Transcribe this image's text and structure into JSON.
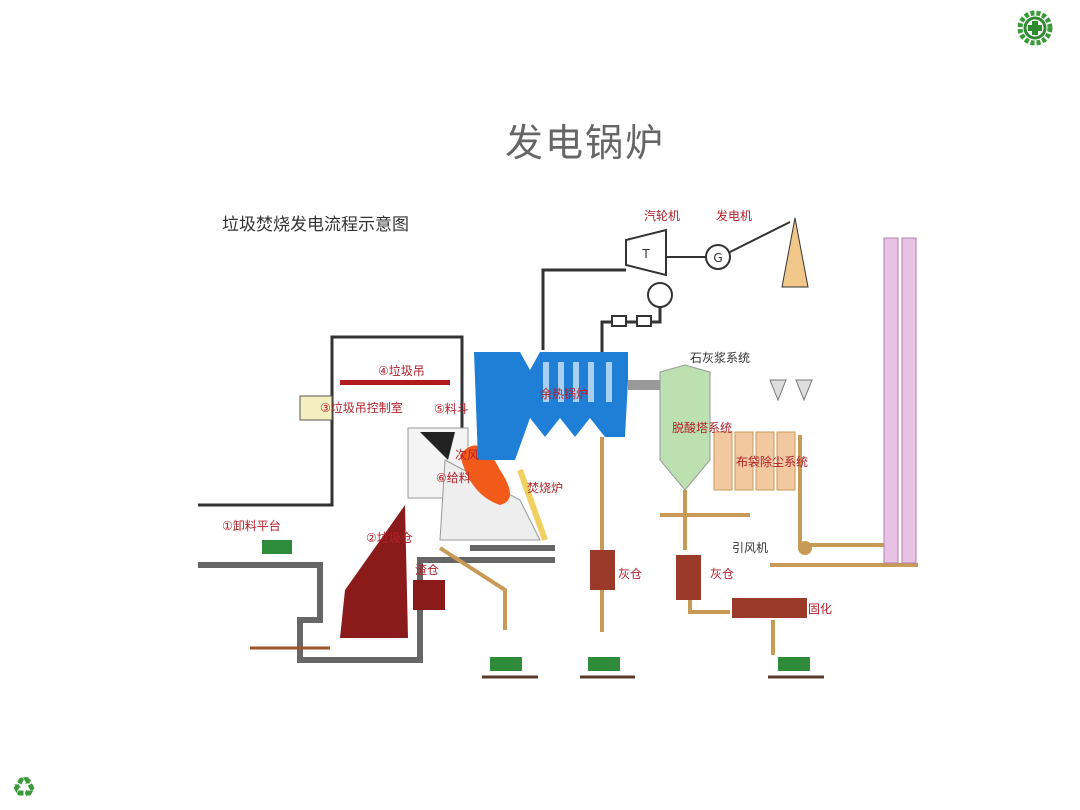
{
  "slide": {
    "title": "发电锅炉",
    "logo_icon": "green-cross-emblem-icon",
    "footer_icon": "recycle-icon"
  },
  "diagram": {
    "title": "垃圾焚烧发电流程示意图",
    "labels": {
      "unloading_platform": "①卸料平台",
      "waste_pit": "②垃圾仓",
      "crane_control": "③垃圾吊控制室",
      "crane": "④垃圾吊",
      "hopper": "⑤料斗",
      "feeder": "⑥给料",
      "air": "次风",
      "incinerator": "焚烧炉",
      "slag_bin": "渣仓",
      "boiler": "余热锅炉",
      "turbine": "汽轮机",
      "generator": "发电机",
      "turbine_symbol": "T",
      "generator_symbol": "G",
      "lime_slurry": "石灰浆系统",
      "deacid_tower": "脱酸塔系统",
      "bag_filter": "布袋除尘系统",
      "induced_fan": "引风机",
      "ash_bin_1": "灰仓",
      "ash_bin_2": "灰仓",
      "solidify": "固化"
    },
    "colors": {
      "boiler": "#1f7fd6",
      "waste": "#8b1a1a",
      "pipe": "#c89a55",
      "stack": "#d9a7d6",
      "truck": "#2e8b3a",
      "label": "#b0202a"
    }
  }
}
